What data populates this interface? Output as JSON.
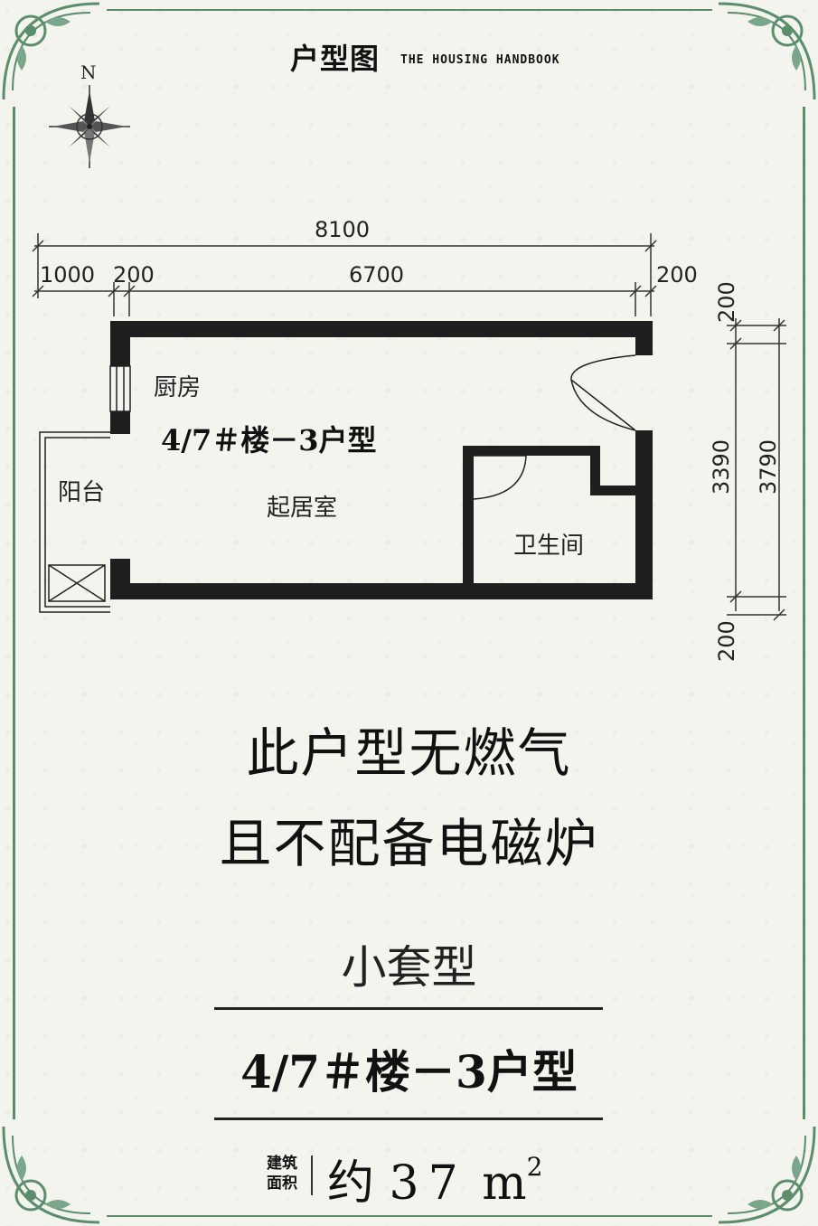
{
  "header": {
    "title": "户型图",
    "subtitle": "THE HOUSING HANDBOOK"
  },
  "compass": {
    "north_label": "N",
    "icon": "compass-rose-icon"
  },
  "plan": {
    "dimensions": {
      "total_width": "8100",
      "left_segment": "1000",
      "wall_left": "200",
      "inner_width": "6700",
      "wall_right": "200",
      "wall_top": "200",
      "inner_depth": "3390",
      "total_depth": "3790",
      "wall_bottom": "200"
    },
    "rooms": {
      "kitchen": "厨房",
      "balcony": "阳台",
      "living_room": "起居室",
      "bathroom": "卫生间"
    },
    "unit_label": "4/7＃楼－3户型"
  },
  "notice": {
    "line1": "此户型无燃气",
    "line2": "且不配备电磁炉"
  },
  "unit": {
    "type": "小套型",
    "building": "4/7＃楼－3户型"
  },
  "area": {
    "caption_line1": "建筑",
    "caption_line2": "面积",
    "prefix": "约",
    "value": "37",
    "unit": "m",
    "exponent": "2"
  },
  "colors": {
    "frame": "#5d8e6c",
    "wall": "#1e1e1e",
    "background": "#f4f4ef"
  }
}
